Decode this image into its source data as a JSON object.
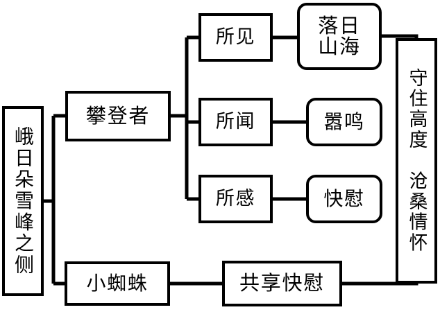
{
  "diagram": {
    "type": "flowchart",
    "title_text": "峨日朵雪峰之侧",
    "orientation": "left-to-right hierarchical tree",
    "stroke_color": "#000000",
    "background_color": "#ffffff",
    "nodes": {
      "title": {
        "label": "峨日朵雪峰之侧",
        "shape": "rectangle-vertical-text"
      },
      "climber": {
        "label": "攀登者",
        "shape": "rectangle"
      },
      "seen": {
        "label": "所见",
        "shape": "rectangle"
      },
      "heard": {
        "label": "所闻",
        "shape": "rectangle"
      },
      "felt": {
        "label": "所感",
        "shape": "rectangle"
      },
      "sunset": {
        "label": "落日\n山海",
        "shape": "rounded-rectangle"
      },
      "noise": {
        "label": "嚣鸣",
        "shape": "rounded-rectangle"
      },
      "comfort": {
        "label": "快慰",
        "shape": "rounded-rectangle"
      },
      "theme": {
        "label": "守住高度　沧桑情怀",
        "shape": "rectangle-vertical-text"
      },
      "spider": {
        "label": "小蜘蛛",
        "shape": "rectangle"
      },
      "share": {
        "label": "共享快慰",
        "shape": "rectangle"
      }
    },
    "edges": [
      {
        "from": "title",
        "to": "climber"
      },
      {
        "from": "title",
        "to": "spider"
      },
      {
        "from": "climber",
        "to": "seen"
      },
      {
        "from": "climber",
        "to": "heard"
      },
      {
        "from": "climber",
        "to": "felt"
      },
      {
        "from": "seen",
        "to": "sunset"
      },
      {
        "from": "heard",
        "to": "noise"
      },
      {
        "from": "felt",
        "to": "comfort"
      },
      {
        "from": "sunset",
        "to": "theme"
      },
      {
        "from": "spider",
        "to": "share"
      },
      {
        "from": "share",
        "to": "theme"
      }
    ]
  }
}
